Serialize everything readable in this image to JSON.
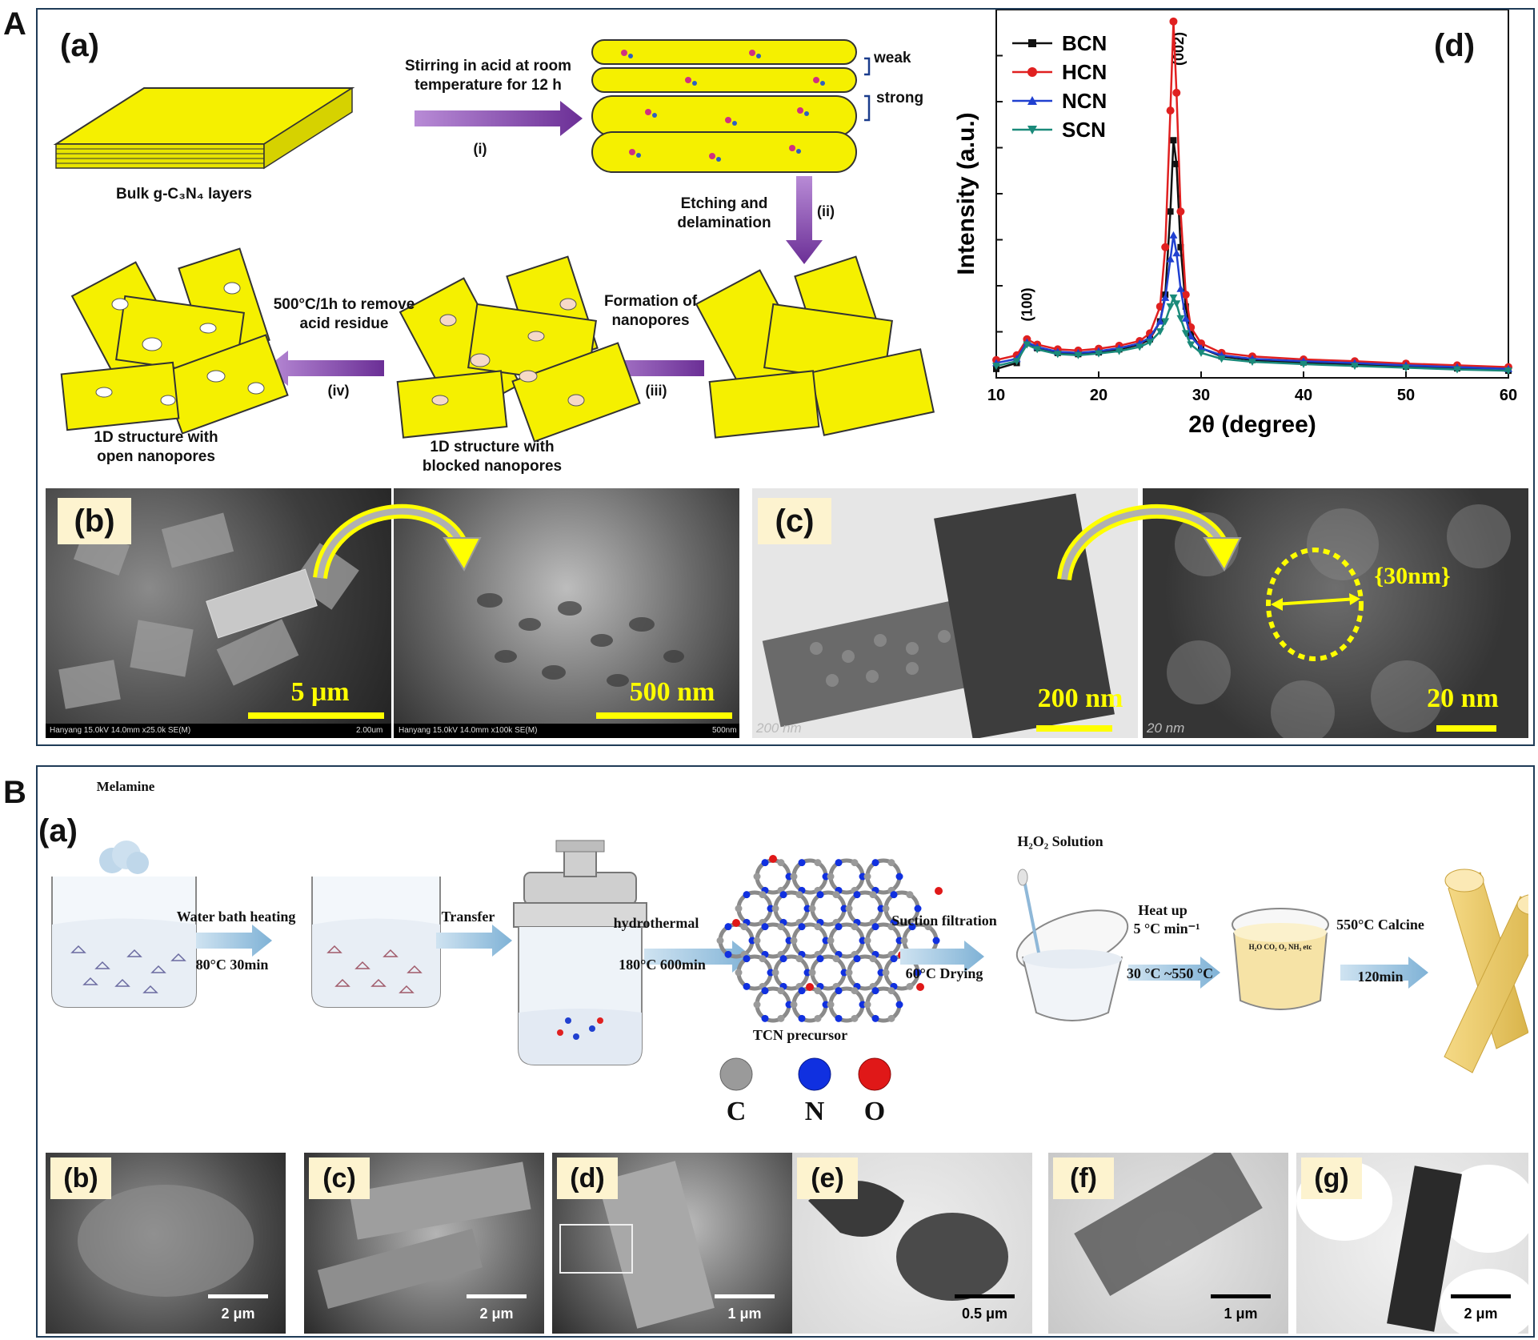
{
  "figure": {
    "labels": {
      "A": "A",
      "B": "B"
    },
    "panelA": {
      "a": {
        "label": "(a)",
        "bulk_label": "Bulk g-C₃N₄ layers",
        "step_i_text": [
          "Stirring in acid at room",
          "temperature for 12 h"
        ],
        "step_i": "(i)",
        "weak": "weak",
        "strong": "strong",
        "step_ii_text": [
          "Etching and",
          "delamination"
        ],
        "step_ii": "(ii)",
        "step_iii_text": [
          "Formation of",
          "nanopores"
        ],
        "step_iii": "(iii)",
        "step_iv_text": [
          "500°C/1h to remove",
          "acid residue"
        ],
        "step_iv": "(iv)",
        "blocked_label": [
          "1D structure with",
          "blocked nanopores"
        ],
        "open_label": [
          "1D structure with",
          "open nanopores"
        ]
      },
      "b": {
        "label": "(b)",
        "scale_left": "5 μm",
        "scale_right": "500 nm",
        "sem_caption_left": "Hanyang 15.0kV 14.0mm x25.0k SE(M)",
        "sem_caption_left_scale": "2.00um",
        "sem_caption_right": "Hanyang 15.0kV 14.0mm x100k SE(M)",
        "sem_caption_right_scale": "500nm"
      },
      "c": {
        "label": "(c)",
        "scale_left": "200 nm",
        "scale_right": "20 nm",
        "pore_label": "{30nm}",
        "tem_left": "200 nm",
        "tem_right": "20 nm"
      },
      "d": {
        "label": "(d)"
      }
    },
    "panelB": {
      "a": {
        "label": "(a)",
        "melamine": "Melamine",
        "water_bath": "Water bath heating",
        "water_bath_cond": "80°C  30min",
        "transfer": "Transfer",
        "hydrothermal": "hydrothermal",
        "hydrothermal_cond": "180°C  600min",
        "tcn": "TCN precursor",
        "suction": "Suction filtration",
        "drying": "60°C  Drying",
        "h2o2": "H₂O₂ Solution",
        "heat_up": "Heat up",
        "rate": "5 °C min⁻¹",
        "range": "30 °C ~550 °C",
        "gases": "H₂O CO₂  O₂  NH₃ etc",
        "calcine": "550°C  Calcine",
        "calcine_time": "120min",
        "legend": [
          "C",
          "N",
          "O"
        ]
      },
      "images": [
        {
          "label": "(b)",
          "scale": "2 μm"
        },
        {
          "label": "(c)",
          "scale": "2 μm"
        },
        {
          "label": "(d)",
          "scale": "1 μm"
        },
        {
          "label": "(e)",
          "scale": "0.5 μm"
        },
        {
          "label": "(f)",
          "scale": "1 μm"
        },
        {
          "label": "(g)",
          "scale": "2 μm"
        }
      ]
    },
    "colors": {
      "frame": "#1f3b57",
      "yellow": "#f5f000",
      "arrow_purple": "#7b3fa0",
      "arrow_blue": "#8fbcd8",
      "bcn": "#111111",
      "hcn": "#e02020",
      "ncn": "#2040d0",
      "scn": "#1a8a7a"
    }
  },
  "chart_data": {
    "type": "line",
    "xlabel": "2θ (degree)",
    "ylabel": "Intensity (a.u.)",
    "xlim": [
      10,
      60
    ],
    "xticks": [
      10,
      20,
      30,
      40,
      50,
      60
    ],
    "legend_position": "top-left",
    "annotations": [
      "(100)",
      "(002)"
    ],
    "series": [
      {
        "name": "BCN",
        "color": "#111111",
        "marker": "square",
        "x": [
          10,
          12,
          13,
          14,
          16,
          18,
          20,
          22,
          24,
          25,
          26,
          26.5,
          27,
          27.3,
          27.6,
          28,
          28.5,
          29,
          30,
          32,
          35,
          40,
          45,
          50,
          55,
          60
        ],
        "y": [
          1.5,
          2.5,
          6.0,
          5.0,
          4.2,
          4.0,
          4.3,
          4.8,
          5.6,
          6.5,
          9.5,
          14.0,
          28.0,
          40.0,
          36.0,
          22.0,
          12.0,
          7.5,
          5.0,
          3.6,
          3.0,
          2.6,
          2.3,
          1.9,
          1.6,
          1.2
        ]
      },
      {
        "name": "HCN",
        "color": "#e02020",
        "marker": "circle",
        "x": [
          10,
          12,
          13,
          14,
          16,
          18,
          20,
          22,
          24,
          25,
          26,
          26.5,
          27,
          27.3,
          27.6,
          28,
          28.5,
          29,
          30,
          32,
          35,
          40,
          45,
          50,
          55,
          60
        ],
        "y": [
          3.0,
          3.8,
          6.5,
          5.6,
          4.8,
          4.6,
          4.9,
          5.4,
          6.2,
          7.5,
          12.0,
          22.0,
          45.0,
          60.0,
          48.0,
          28.0,
          14.0,
          8.5,
          5.8,
          4.2,
          3.6,
          3.1,
          2.8,
          2.4,
          2.1,
          1.8
        ]
      },
      {
        "name": "NCN",
        "color": "#2040d0",
        "marker": "triangle",
        "x": [
          10,
          12,
          13,
          14,
          16,
          18,
          20,
          22,
          24,
          25,
          26,
          26.5,
          27,
          27.3,
          27.6,
          28,
          28.5,
          29,
          30,
          32,
          35,
          40,
          45,
          50,
          55,
          60
        ],
        "y": [
          2.5,
          3.2,
          6.0,
          5.2,
          4.4,
          4.2,
          4.5,
          5.0,
          5.8,
          6.8,
          9.5,
          13.5,
          20.0,
          24.0,
          21.0,
          15.0,
          10.0,
          7.0,
          5.0,
          3.8,
          3.2,
          2.8,
          2.5,
          2.1,
          1.8,
          1.5
        ]
      },
      {
        "name": "SCN",
        "color": "#1a8a7a",
        "marker": "triangle-down",
        "x": [
          10,
          12,
          13,
          14,
          16,
          18,
          20,
          22,
          24,
          25,
          26,
          26.5,
          27,
          27.3,
          27.6,
          28,
          28.5,
          29,
          30,
          32,
          35,
          40,
          45,
          50,
          55,
          60
        ],
        "y": [
          2.0,
          2.8,
          5.6,
          4.8,
          4.0,
          3.8,
          4.1,
          4.5,
          5.2,
          6.0,
          7.8,
          9.5,
          12.0,
          13.5,
          12.5,
          10.0,
          7.5,
          5.6,
          4.2,
          3.2,
          2.7,
          2.3,
          2.0,
          1.7,
          1.4,
          1.2
        ]
      }
    ]
  }
}
